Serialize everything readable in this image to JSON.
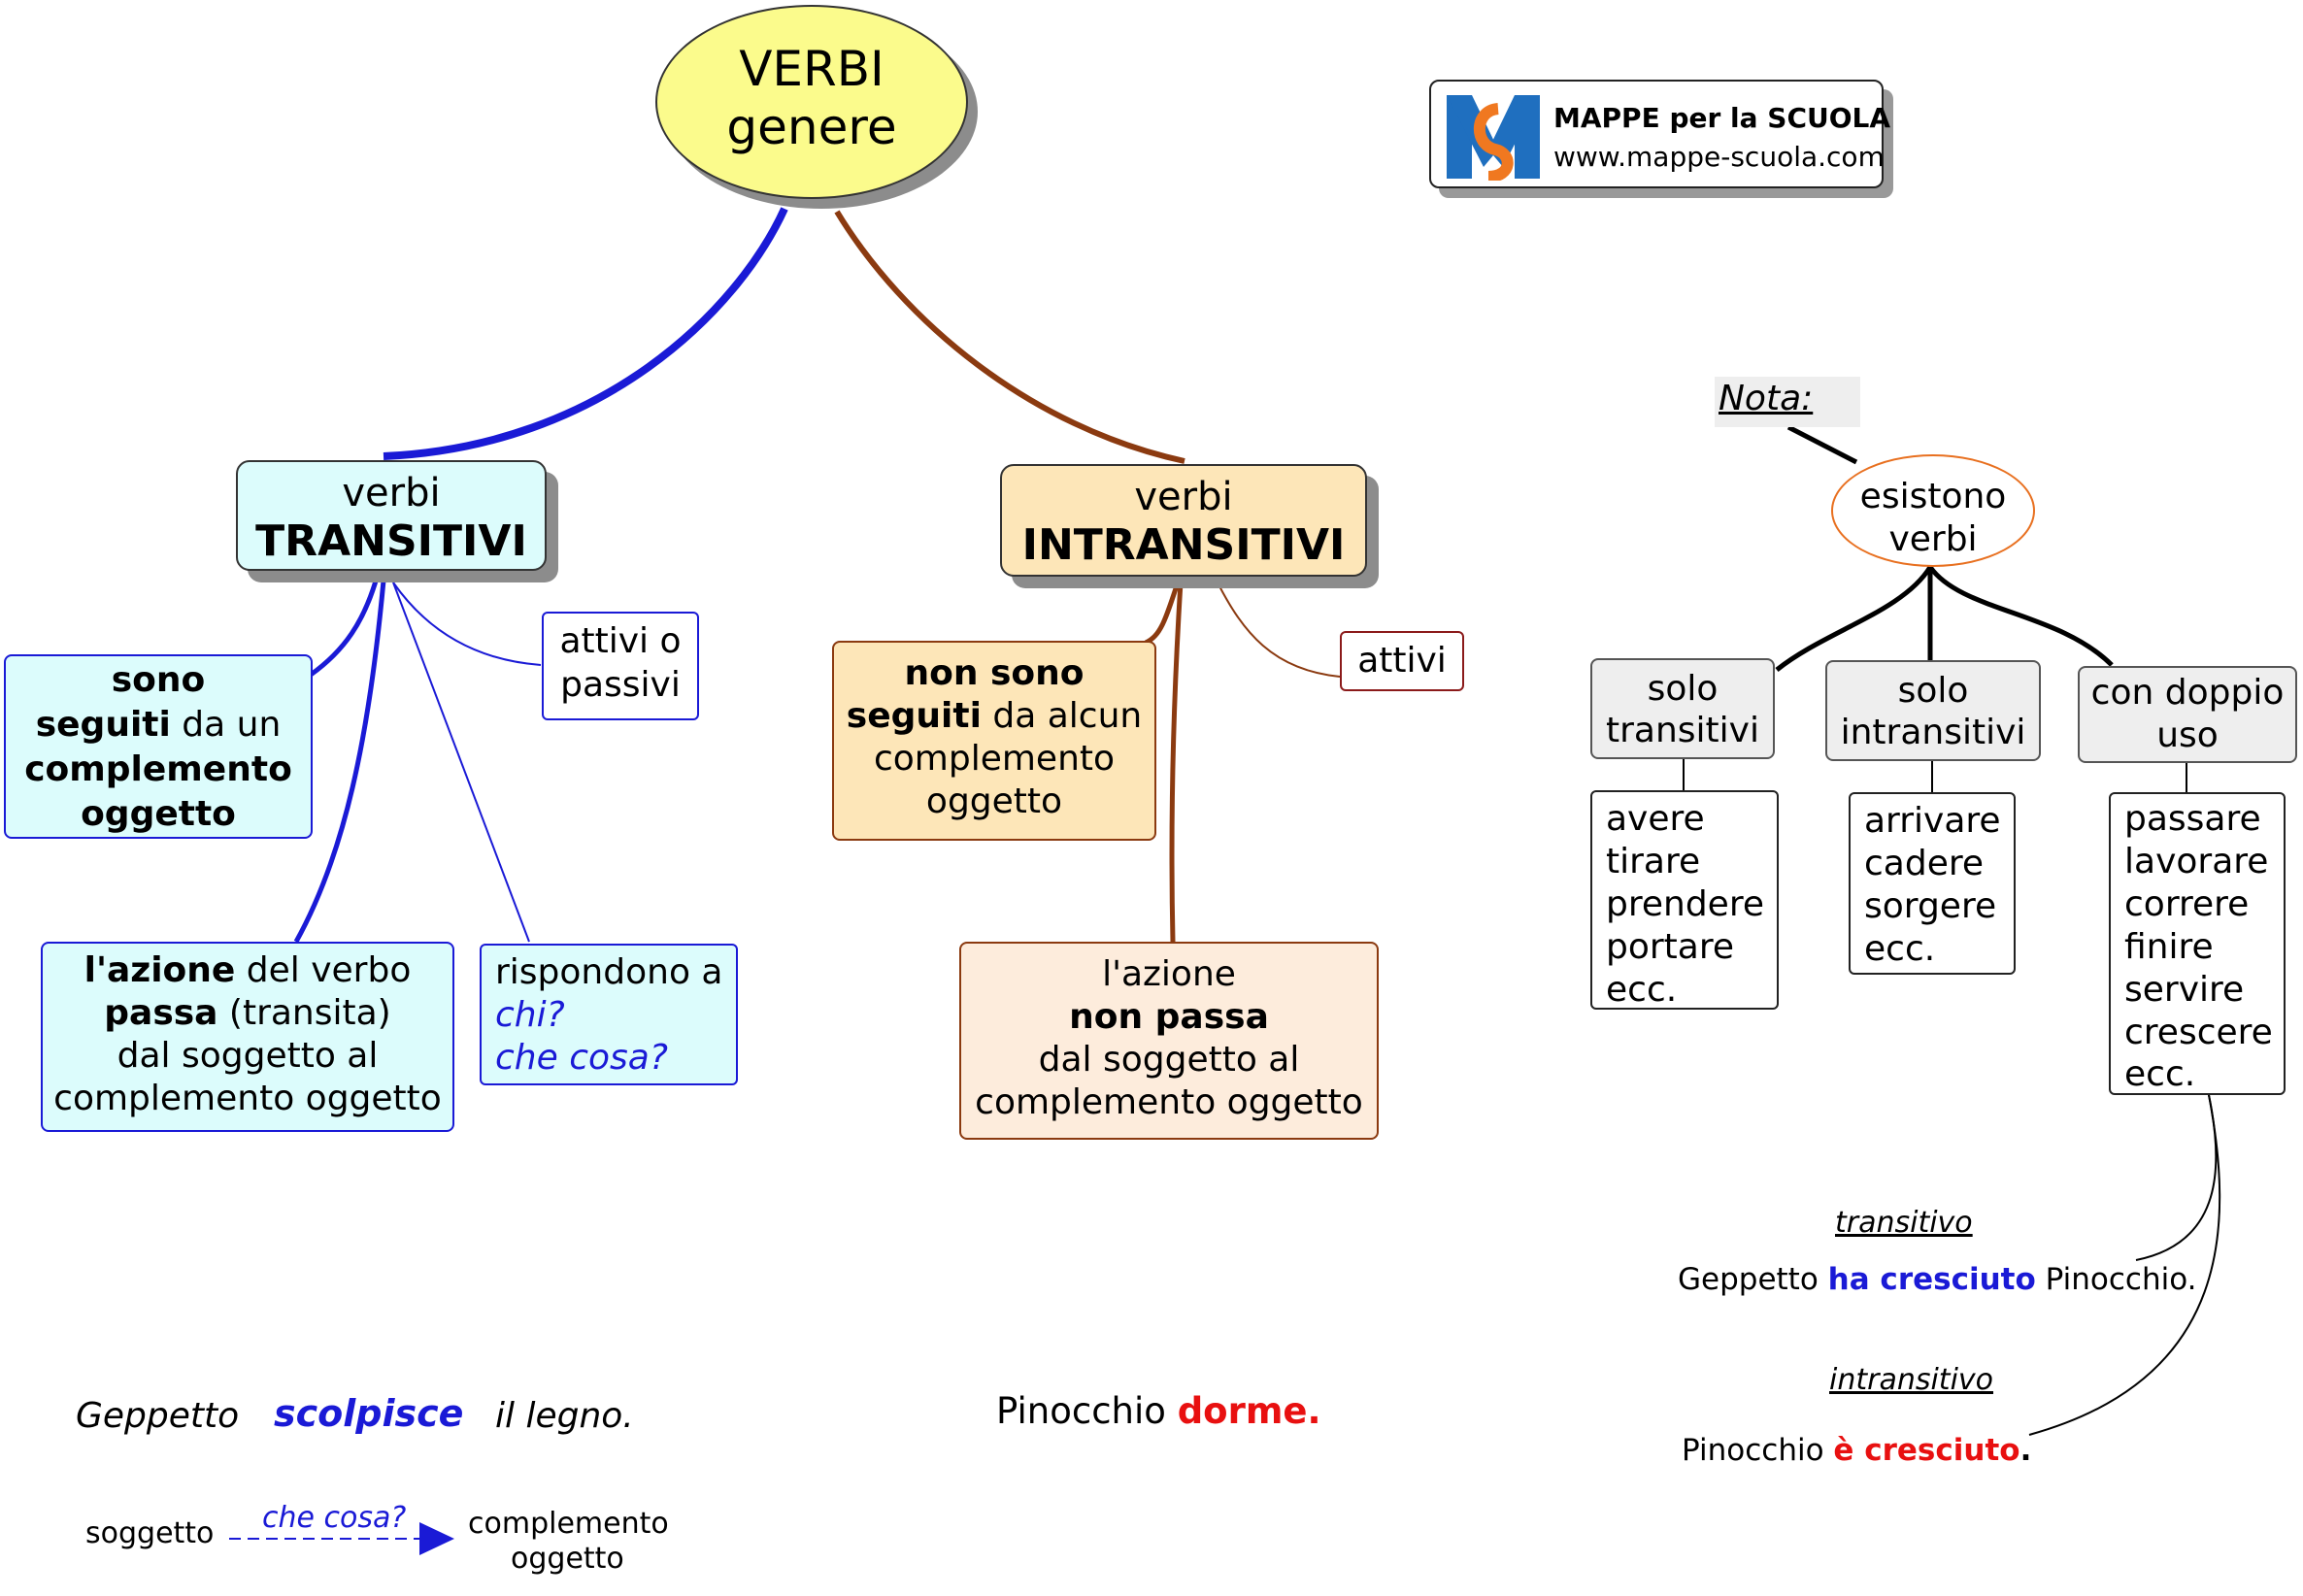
{
  "root": {
    "line1": "VERBI",
    "line2": "genere"
  },
  "logo": {
    "title": "MAPPE per la SCUOLA",
    "url": "www.mappe-scuola.com",
    "mark": "M"
  },
  "transitivi": {
    "header_top": "verbi",
    "header_bold": "TRANSITIVI",
    "attivi": "attivi o passivi",
    "sono": {
      "b1": "sono",
      "b2": "seguiti",
      "t1": " da un",
      "b3": "complemento",
      "b4": "oggetto"
    },
    "azione": {
      "b1": "l'azione",
      "t1": " del verbo",
      "b2": "passa",
      "t2": " (transita)",
      "t3": "dal soggetto al",
      "t4": "complemento oggetto"
    },
    "rispondono": {
      "t1": "rispondono a",
      "q1": "chi?",
      "q2": "che cosa?"
    }
  },
  "intransitivi": {
    "header_top": "verbi",
    "header_bold": "INTRANSITIVI",
    "attivi": "attivi",
    "non_sono": {
      "b1": "non sono",
      "b2": "seguiti",
      "t1": " da alcun",
      "t2": "complemento",
      "t3": "oggetto"
    },
    "azione": {
      "t1": "l'azione",
      "b1": "non passa",
      "t2": "dal soggetto al",
      "t3": "complemento oggetto"
    }
  },
  "nota": {
    "label": "Nota:",
    "center": "esistono verbi",
    "solo_transitivi": {
      "title": "solo transitivi",
      "items": [
        "avere",
        "tirare",
        "prendere",
        "portare",
        "ecc."
      ]
    },
    "solo_intransitivi": {
      "title": "solo intransitivi",
      "items": [
        "arrivare",
        "cadere",
        "sorgere",
        "ecc."
      ]
    },
    "doppio_uso": {
      "title": "con doppio uso",
      "items": [
        "passare",
        "lavorare",
        "correre",
        "finire",
        "servire",
        "crescere",
        "ecc."
      ]
    }
  },
  "examples": {
    "trans_label": "transitivo",
    "trans_s1": "Geppetto ",
    "trans_verb": "ha cresciuto",
    "trans_s2": " Pinocchio.",
    "intrans_label": "intransitivo",
    "intrans_s1": "Pinocchio ",
    "intrans_verb": "è cresciuto",
    "intrans_s2": ".",
    "geppetto": "Geppetto",
    "scolpisce": "scolpisce",
    "legno": "il legno.",
    "pinocchio": "Pinocchio ",
    "dorme": "dorme.",
    "soggetto": "soggetto",
    "che_cosa": "che cosa?",
    "complemento": "complemento",
    "oggetto": "oggetto"
  },
  "colors": {
    "transitive": "#1a1ad6",
    "intransitive": "#8b3a10",
    "red": "#e81010",
    "root_fill": "#fbfb8c",
    "trans_fill": "#dcfcfc",
    "intrans_fill": "#fde6b8"
  }
}
